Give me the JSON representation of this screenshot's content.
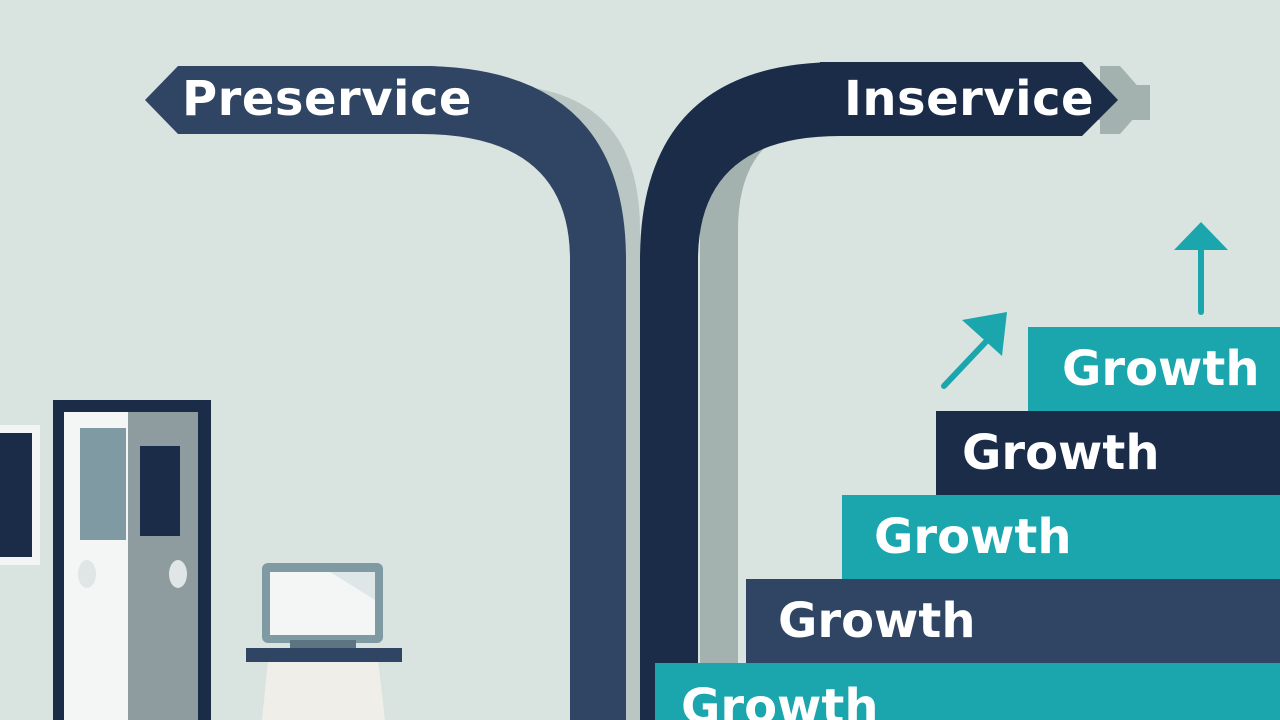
{
  "signs": {
    "left": "Preservice",
    "right": "Inservice"
  },
  "steps": [
    {
      "label": "Growth",
      "color": "#1ba6ae"
    },
    {
      "label": "Growth",
      "color": "#1a2c48"
    },
    {
      "label": "Growth",
      "color": "#1ba6ae"
    },
    {
      "label": "Growth",
      "color": "#2f4563"
    },
    {
      "label": "Growth",
      "color": "#1ba6ae"
    }
  ],
  "colors": {
    "background": "#d9e3e0",
    "road_dark": "#1a2c48",
    "road_mid": "#2f4563",
    "shadow": "#a3b2af",
    "accent_teal": "#1ba6ae"
  },
  "icons": [
    "up-right-arrow-icon",
    "up-arrow-icon",
    "door-icon",
    "laptop-icon",
    "wall-frame-icon"
  ]
}
